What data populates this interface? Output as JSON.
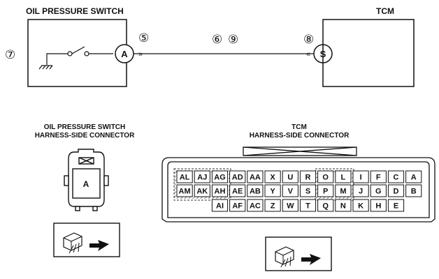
{
  "title_oil_pressure_switch": "OIL PRESSURE SWITCH",
  "title_tcm": "TCM",
  "callouts": {
    "c5": "⑤",
    "c6": "⑥",
    "c9": "⑨",
    "c8": "⑧",
    "c7": "⑦"
  },
  "terminal_a": "A",
  "terminal_s": "S",
  "oil_connector_title_line1": "OIL PRESSURE SWITCH",
  "oil_connector_title_line2": "HARNESS-SIDE CONNECTOR",
  "oil_connector_pin": "A",
  "tcm_connector_title_line1": "TCM",
  "tcm_connector_title_line2": "HARNESS-SIDE CONNECTOR",
  "tcm_pins_row1": [
    "AL",
    "AJ",
    "AG",
    "AD",
    "AA",
    "X",
    "U",
    "R",
    "O",
    "L",
    "I",
    "F",
    "C",
    "A"
  ],
  "tcm_pins_row2": [
    "AM",
    "AK",
    "AH",
    "AE",
    "AB",
    "Y",
    "V",
    "S",
    "P",
    "M",
    "J",
    "G",
    "D",
    "B"
  ],
  "tcm_pins_row3": [
    "AI",
    "AF",
    "AC",
    "Z",
    "W",
    "T",
    "Q",
    "N",
    "K",
    "H",
    "E"
  ]
}
